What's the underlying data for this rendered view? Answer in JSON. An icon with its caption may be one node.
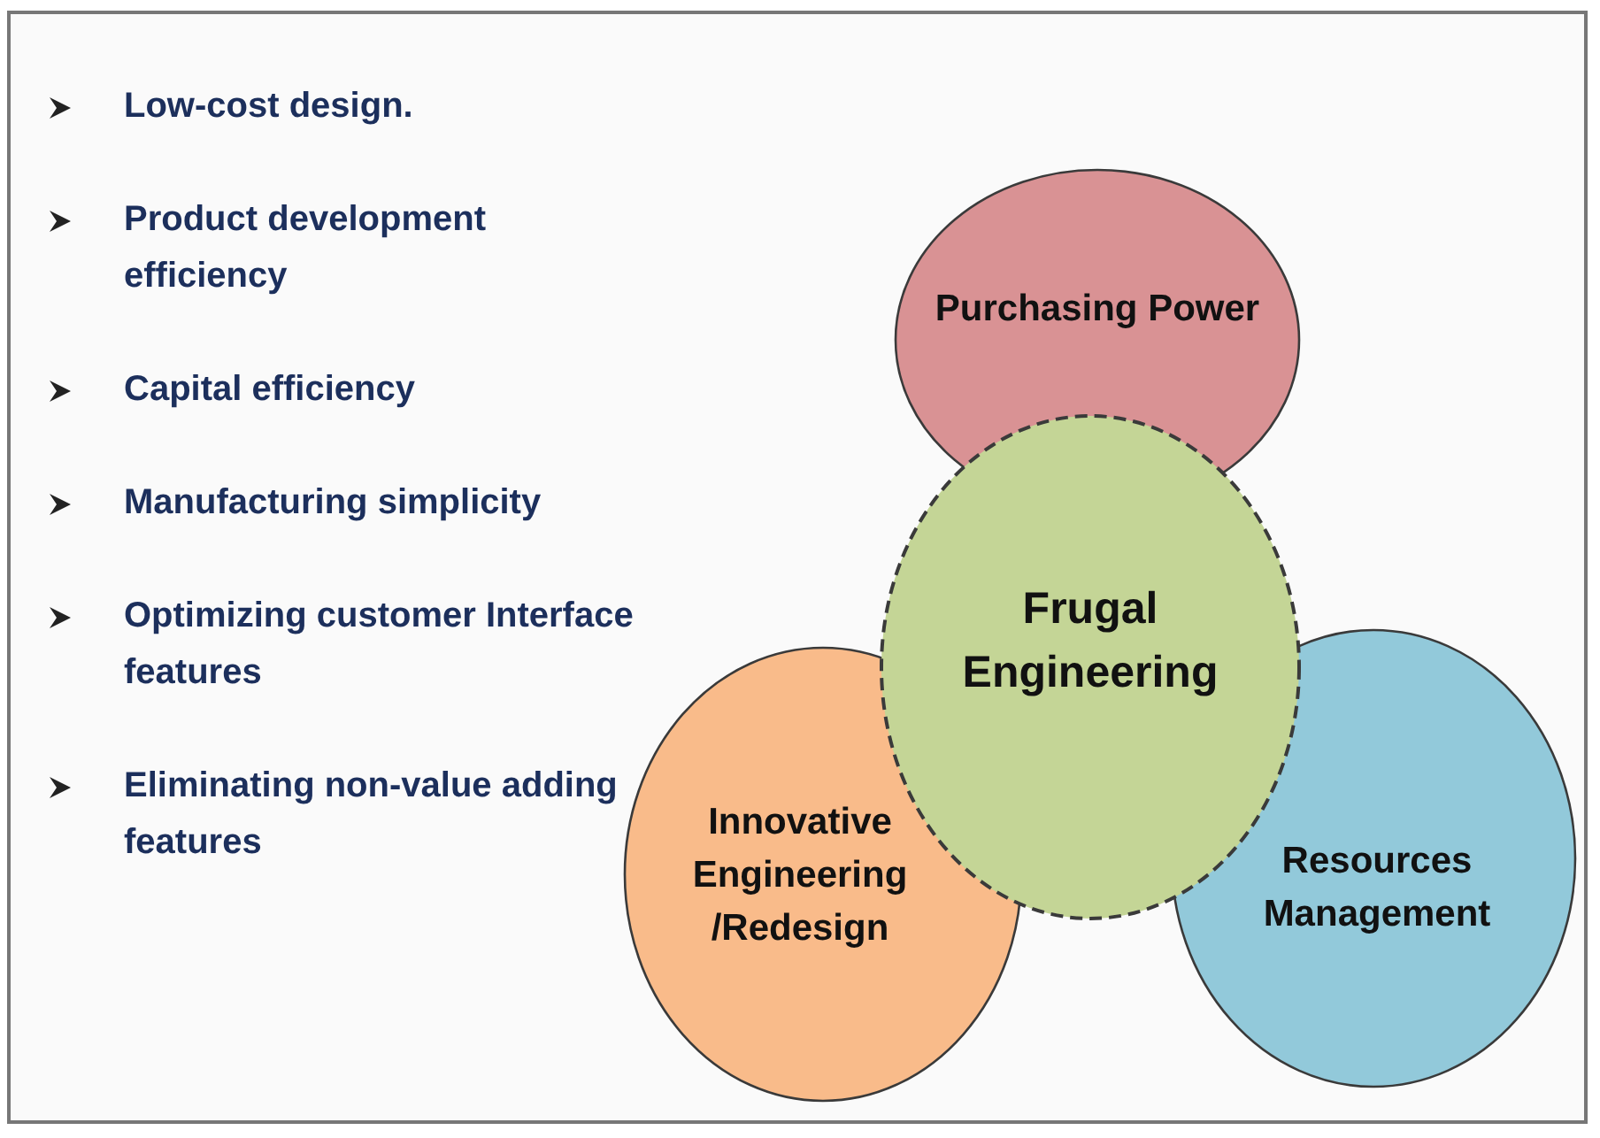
{
  "diagram": {
    "nodes": [
      {
        "text": [
          "Purchasing Power"
        ]
      },
      {
        "text": [
          "Frugal Engineering"
        ]
      },
      {
        "text": [
          "Innovative Engineering /Redesign"
        ]
      },
      {
        "text": [
          "Resources Management"
        ]
      }
    ],
    "labels": [
      "Low-cost design.",
      "Product development efficiency",
      "Capital efficiency",
      "Manufacturing simplicity",
      "Optimizing customer Interface features",
      "Eliminating non-value adding features"
    ]
  }
}
